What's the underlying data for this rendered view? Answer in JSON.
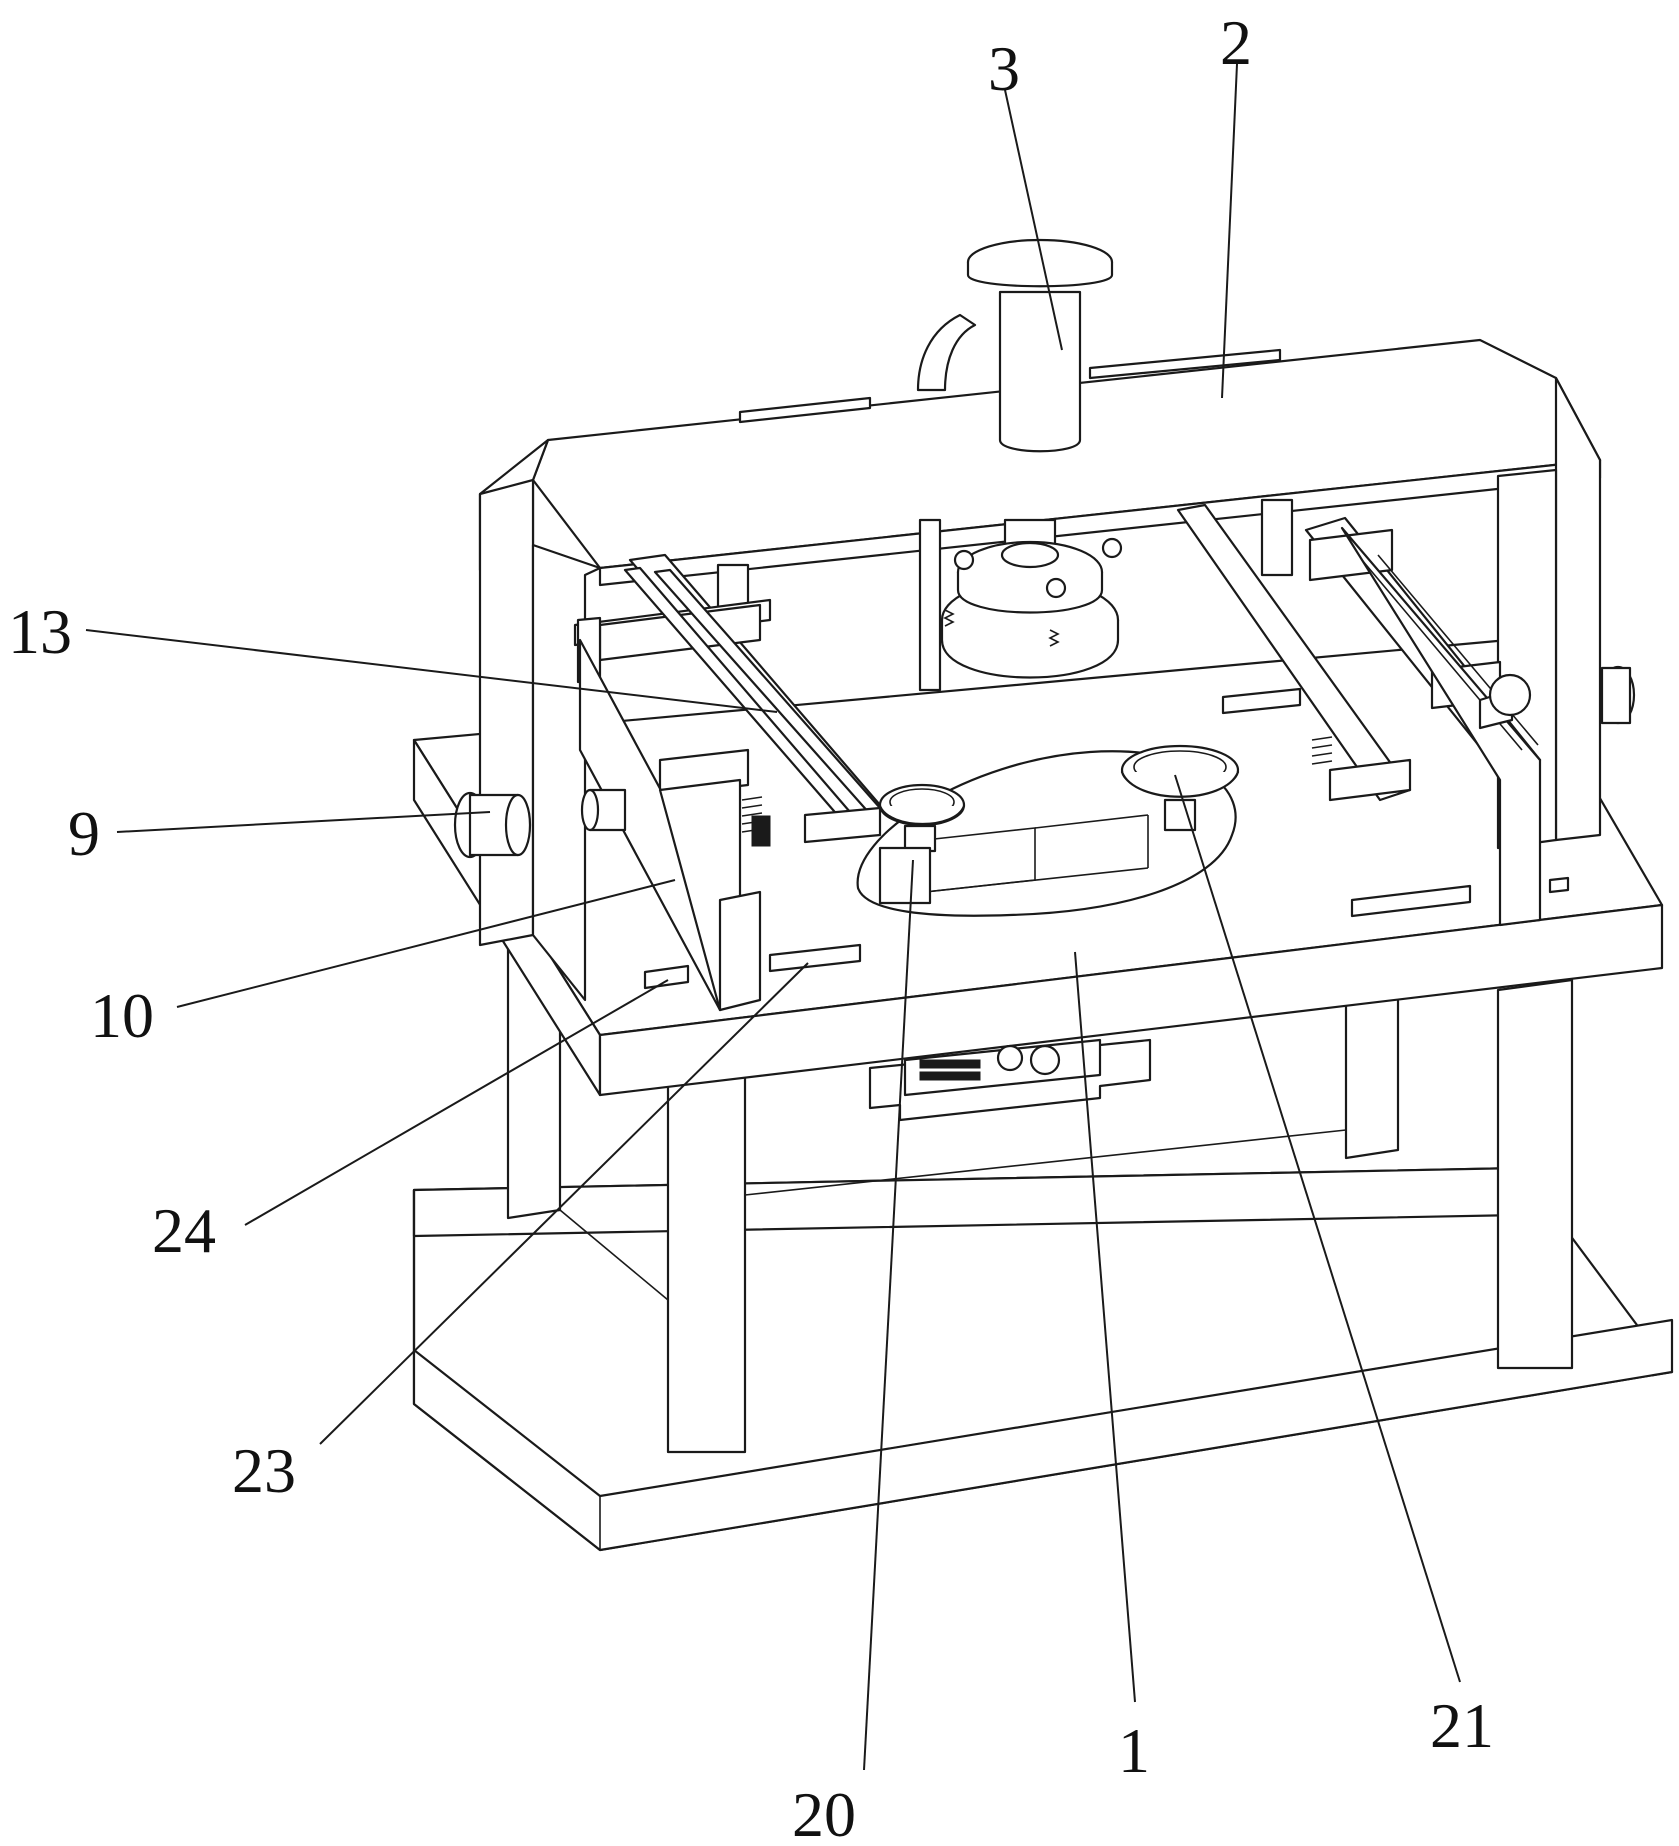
{
  "figure": {
    "labels": [
      {
        "id": "ref-3",
        "text": "3"
      },
      {
        "id": "ref-2",
        "text": "2"
      },
      {
        "id": "ref-13",
        "text": "13"
      },
      {
        "id": "ref-9",
        "text": "9"
      },
      {
        "id": "ref-10",
        "text": "10"
      },
      {
        "id": "ref-24",
        "text": "24"
      },
      {
        "id": "ref-23",
        "text": "23"
      },
      {
        "id": "ref-20",
        "text": "20"
      },
      {
        "id": "ref-1",
        "text": "1"
      },
      {
        "id": "ref-21",
        "text": "21"
      }
    ],
    "colors": {
      "line": "#1a1a1a",
      "background": "#ffffff"
    }
  }
}
